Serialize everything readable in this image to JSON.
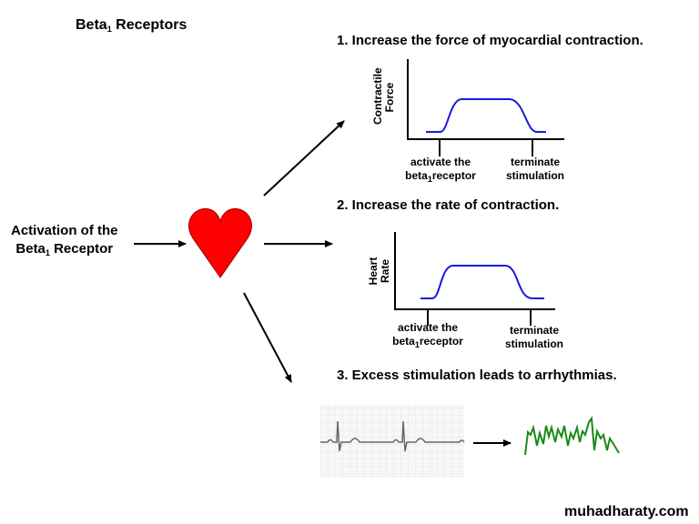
{
  "title": {
    "text": "Beta",
    "sub": "1",
    "rest": "Receptors"
  },
  "activation": {
    "line1": "Activation of the",
    "line2_pre": "Beta",
    "line2_sub": "1",
    "line2_post": "Receptor"
  },
  "effects": [
    {
      "heading": "1. Increase the force of myocardial contraction.",
      "ylabel_1": "Contractile",
      "ylabel_2": "Force",
      "start_1": "activate the",
      "start_2_pre": "beta",
      "start_2_sub": "1",
      "start_2_post": "receptor",
      "end_1": "terminate",
      "end_2": "stimulation"
    },
    {
      "heading": "2. Increase the rate of contraction.",
      "ylabel_1": "Heart",
      "ylabel_2": "Rate",
      "start_1": "activate the",
      "start_2_pre": "beta",
      "start_2_sub": "1",
      "start_2_post": "receptor",
      "end_1": "terminate",
      "end_2": "stimulation"
    },
    {
      "heading": "3. Excess stimulation leads to arrhythmias."
    }
  ],
  "watermark": "muhadharaty.com",
  "colors": {
    "heart": "#ff0000",
    "curve": "#1a1adc",
    "fibrillation": "#1a8a1a",
    "ecg": "#666666"
  }
}
